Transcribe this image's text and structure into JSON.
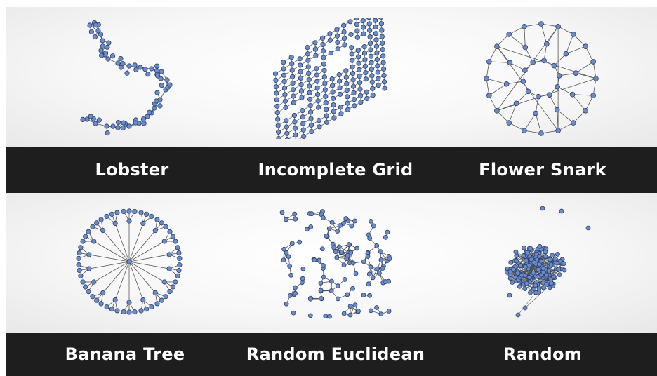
{
  "colors": {
    "node_fill": "#6a8ccc",
    "node_stroke": "#2c3e63",
    "edge": "#555555",
    "band": "#1e1e1e",
    "label_text": "#ffffff"
  },
  "graphs": [
    {
      "id": "lobster",
      "label": "Lobster"
    },
    {
      "id": "incomplete-grid",
      "label": "Incomplete Grid"
    },
    {
      "id": "flower-snark",
      "label": "Flower Snark"
    },
    {
      "id": "banana-tree",
      "label": "Banana Tree"
    },
    {
      "id": "random-euclidean",
      "label": "Random Euclidean"
    },
    {
      "id": "random",
      "label": "Random"
    }
  ]
}
